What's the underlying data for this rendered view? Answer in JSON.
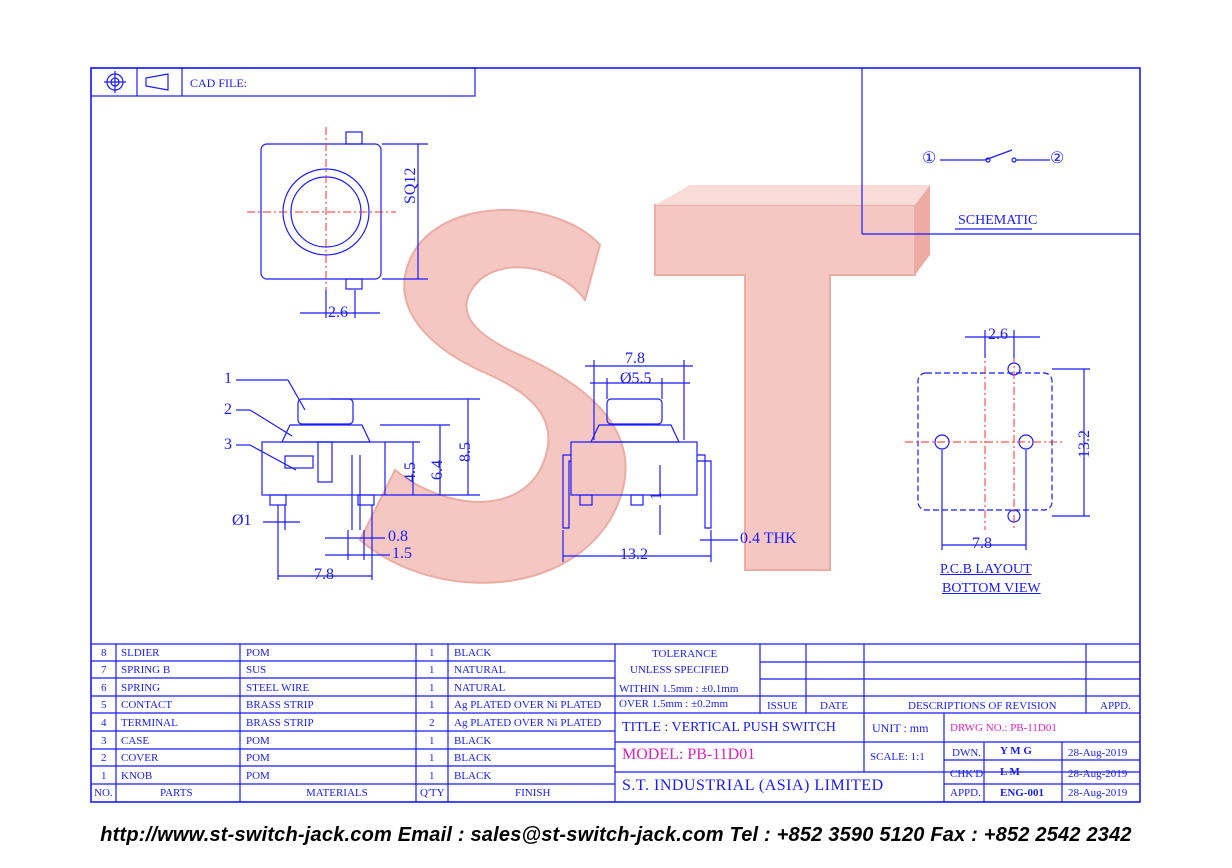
{
  "cad_file_label": "CAD FILE:",
  "schematic": {
    "label": "SCHEMATIC",
    "pin1": "①",
    "pin2": "②"
  },
  "dims": {
    "sq12": "SQ12",
    "top_2_6": "2.6",
    "d7_8": "7.8",
    "d5_5": "Ø5.5",
    "d8_5": "8.5",
    "d6_4": "6.4",
    "d4_5": "4.5",
    "d1": "Ø1",
    "d0_8": "0.8",
    "d1_5": "1.5",
    "d7_8b": "7.8",
    "d13_2": "13.2",
    "thk": "0.4  THK",
    "one": "1",
    "pcb_2_6": "2.6",
    "pcb_13_2": "13.2",
    "pcb_7_8": "7.8"
  },
  "callouts": [
    "1",
    "2",
    "3"
  ],
  "pcb_label_1": "P.C.B  LAYOUT",
  "pcb_label_2": "BOTTOM  VIEW",
  "bom": {
    "headers": [
      "NO.",
      "PARTS",
      "MATERIALS",
      "Q'TY",
      "FINISH"
    ],
    "rows": [
      [
        "8",
        "SLDIER",
        "POM",
        "1",
        "BLACK"
      ],
      [
        "7",
        "SPRING B",
        "SUS",
        "1",
        "NATURAL"
      ],
      [
        "6",
        "SPRING",
        "STEEL WIRE",
        "1",
        "NATURAL"
      ],
      [
        "5",
        "CONTACT",
        "BRASS STRIP",
        "1",
        "Ag PLATED OVER Ni PLATED"
      ],
      [
        "4",
        "TERMINAL",
        "BRASS STRIP",
        "2",
        "Ag PLATED OVER Ni PLATED"
      ],
      [
        "3",
        "CASE",
        "POM",
        "1",
        "BLACK"
      ],
      [
        "2",
        "COVER",
        "POM",
        "1",
        "BLACK"
      ],
      [
        "1",
        "KNOB",
        "POM",
        "1",
        "BLACK"
      ]
    ]
  },
  "tolerance": {
    "title": "TOLERANCE",
    "unless": "UNLESS   SPECIFIED",
    "within": "WITHIN  1.5mm : ±0.1mm",
    "over": "OVER    1.5mm : ±0.2mm"
  },
  "revision": {
    "issue": "ISSUE",
    "date": "DATE",
    "desc": "DESCRIPTIONS  OF  REVISION",
    "appd": "APPD."
  },
  "title_block": {
    "title": "TITLE : VERTICAL PUSH SWITCH",
    "unit": "UNIT :   mm",
    "drwg": "DRWG NO.: PB-11D01",
    "model": "MODEL:  PB-11D01",
    "scale": "SCALE:  1:1",
    "company": "S.T.  INDUSTRIAL  (ASIA)  LIMITED",
    "dwn_label": "DWN.",
    "dwn_value": "Y M G",
    "dwn_date": "28-Aug-2019",
    "chkd_label": "CHK'D",
    "chkd_value": "L M",
    "chkd_date": "28-Aug-2019",
    "appd_label": "APPD.",
    "appd_value": "ENG-001",
    "appd_date": "28-Aug-2019"
  },
  "watermark": "ST",
  "footer": "http://www.st-switch-jack.com  Email : sales@st-switch-jack.com  Tel : +852 3590 5120  Fax : +852 2542 2342",
  "colors": {
    "line": "#1a1aff",
    "center": "#ff2a2a",
    "magenta": "#e020c0",
    "watermark": "#f2b3ae"
  }
}
